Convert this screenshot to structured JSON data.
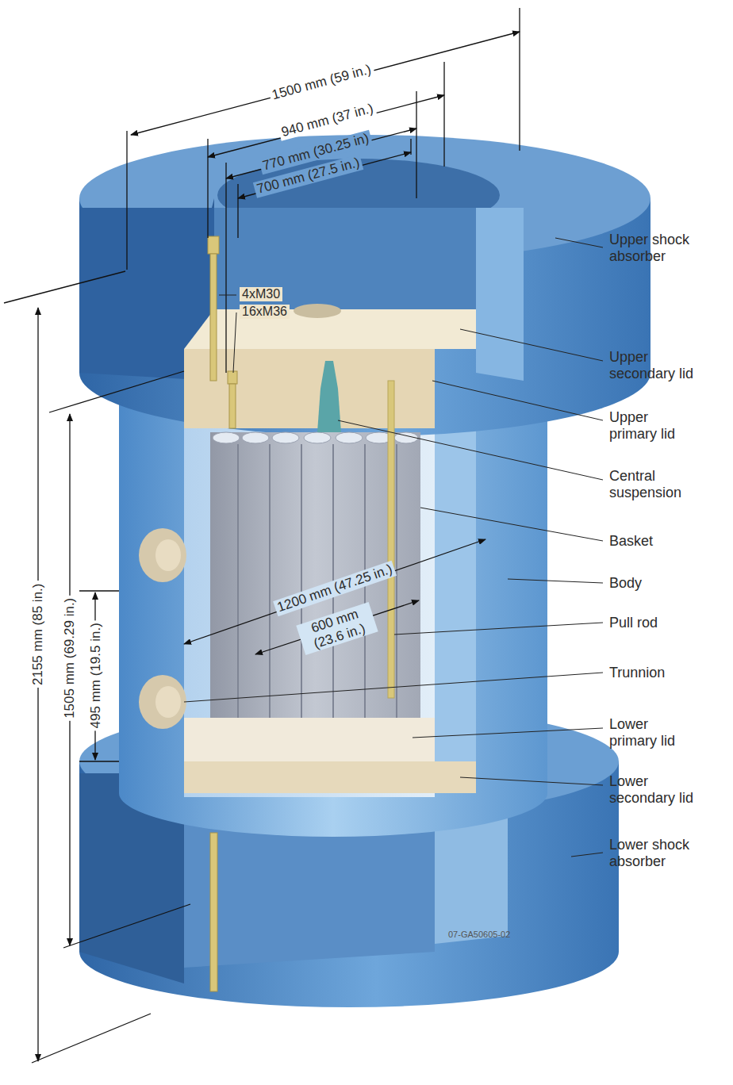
{
  "diagram": {
    "labels": [
      "1500 mm (59 in.)",
      "940 mm (37 in.)",
      "770 mm (30.25 in)",
      "700 mm (27.5 in.)",
      "4xM30",
      "16xM36",
      "Upper shock absorber",
      "Upper secondary lid",
      "Upper primary lid",
      "Central suspension",
      "Basket",
      "Body",
      "Pull rod",
      "Trunnion",
      "Lower primary lid",
      "Lower secondary lid",
      "Lower shock absorber",
      "1200 mm (47.25 in.)",
      "600 mm (23.6 in.)",
      "2155 mm (85 in.)",
      "1505 mm (69.29 in.)",
      "495 mm (19.5 in.)",
      "07-GA50605-02"
    ]
  }
}
